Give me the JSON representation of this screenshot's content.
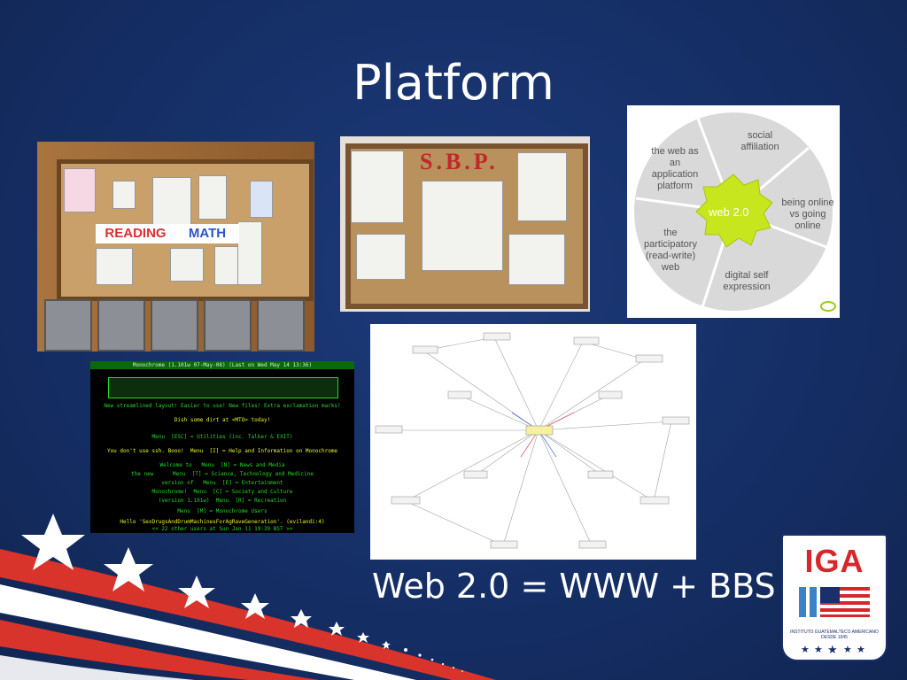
{
  "slide": {
    "title": "Platform",
    "caption": "Web 2.0 = WWW + BBS"
  },
  "board1": {
    "reading": "READING",
    "math": "MATH"
  },
  "board2": {
    "heading": "S.B.P."
  },
  "web_diagram": {
    "center": "web 2.0",
    "segments": [
      "social affiliation",
      "being online vs going online",
      "digital self expression",
      "the participatory (read-write) web",
      "the web as an application platform"
    ]
  },
  "terminal": {
    "lines": [
      "Monochrome (1.101w 07-May-08) (Last on Wed May 14 13:36)",
      "New streamlined layout! Easier to use! New files! Extra exclamation marks!",
      "Dish some dirt at <MTO> today!",
      "Menu  [ESC] = Utilities (inc. Talker & EXIT)",
      "You don't use ssh. Booo!  Menu  [I] = Help and Information on Monochrome",
      "Welcome to   Menu  [N] = News and Media",
      "the new      Menu  [T] = Science, Technology and Medicine",
      "version of   Menu  [E] = Entertainment",
      "Monochrome!  Menu  [C] = Society and Culture",
      "(version 1.101w)  Menu  [R] = Recreation",
      "Menu  [M] = Monochrome Users",
      "Hello 'SexDrugsAndDrumMachinesForAgRaveGeneration'. (evilandi:4)",
      "<< 22 other users at Sun Jan 11 19:39 BST >>"
    ]
  },
  "logo": {
    "text": "IGA",
    "caption": "INSTITUTO GUATEMALTECO AMERICANO",
    "founded": "DESDE 1945"
  },
  "colors": {
    "background": "#152f66",
    "title_text": "#ffffff",
    "stripe_red": "#d8342b",
    "web20_green": "#c8e61e"
  }
}
